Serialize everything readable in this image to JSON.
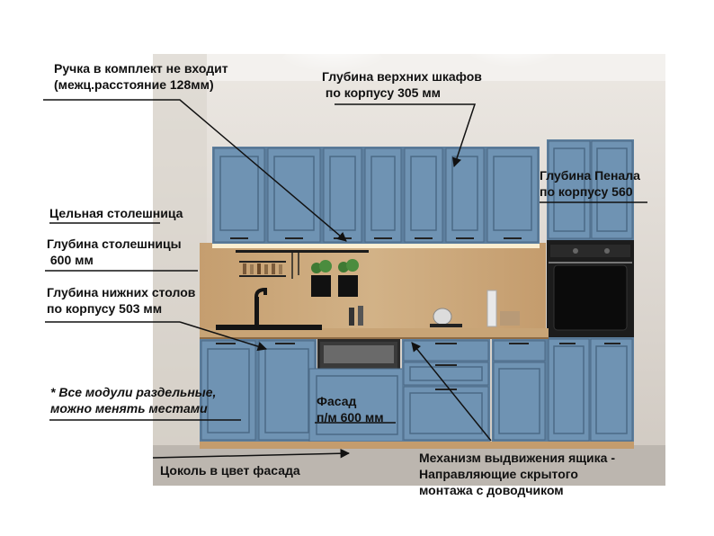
{
  "labels": {
    "handle": [
      "Ручка в комплект не входит",
      "(межц.расстояние 128мм)"
    ],
    "upper_depth": [
      "Глубина верхних шкафов",
      " по корпусу 305 мм"
    ],
    "tall_depth": [
      "Глубина Пенала",
      "по корпусу 560"
    ],
    "countertop": [
      "Цельная столешница"
    ],
    "countertop_depth": [
      "Глубина столешницы",
      " 600 мм"
    ],
    "lower_depth": [
      "Глубина нижних столов",
      "по корпусу 503 мм"
    ],
    "modules_note": [
      "* Все модули раздельные,",
      "можно менять местами"
    ],
    "facade": [
      "Фасад",
      "п/м 600 мм"
    ],
    "plinth": [
      "Цоколь в цвет фасада"
    ],
    "drawer_mechanism": [
      "Механизм выдвижения ящика -",
      "Направляющие скрытого",
      "монтажа с доводчиком"
    ]
  },
  "colors": {
    "cabinet": "#6f93b3",
    "cabinet_dark": "#587a99",
    "wall": "#d6cfc7",
    "wood": "#c9a678",
    "floor": "#bdb8b2",
    "appliance": "#1a1a1a",
    "text": "#111111"
  }
}
